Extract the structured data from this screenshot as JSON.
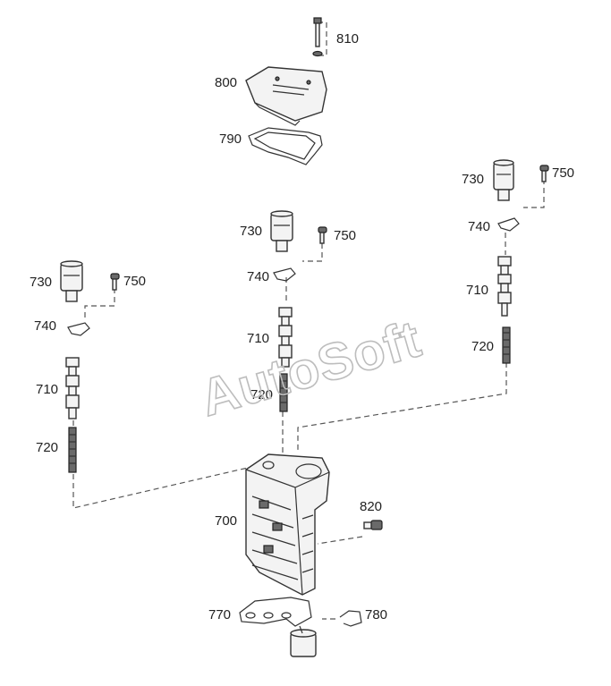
{
  "callouts": {
    "p810": "810",
    "p800": "800",
    "p790": "790",
    "p730_right": "730",
    "p750_right": "750",
    "p740_right": "740",
    "p710_right": "710",
    "p720_right": "720",
    "p730_mid": "730",
    "p750_mid": "750",
    "p740_mid": "740",
    "p710_mid": "710",
    "p720_mid": "720",
    "p730_left": "730",
    "p750_left": "750",
    "p740_left": "740",
    "p710_left": "710",
    "p720_left": "720",
    "p700": "700",
    "p820": "820",
    "p770": "770",
    "p780": "780"
  },
  "watermark": "AutoSoft"
}
